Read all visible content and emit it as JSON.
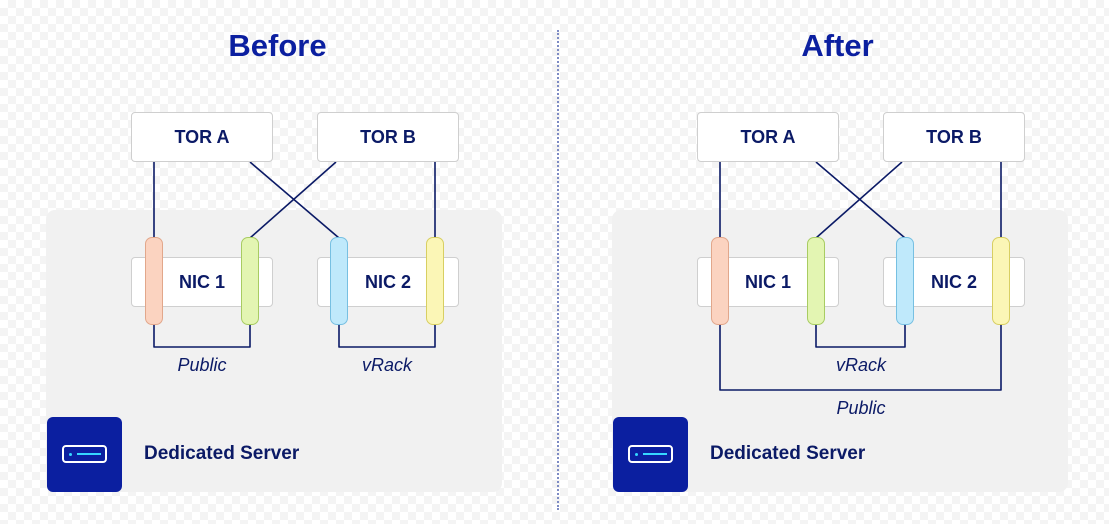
{
  "colors": {
    "title": "#0b1fa0",
    "text": "#0b1a66",
    "wire": "#0b1a66",
    "server_area": "#f1f1f1",
    "server_icon": "#0b1fa0",
    "port_orange": "#fbd3c0",
    "port_green": "#e3f5b2",
    "port_blue": "#bfe9fb",
    "port_yellow": "#fbf6b6"
  },
  "before": {
    "title": "Before",
    "tor_a": "TOR A",
    "tor_b": "TOR B",
    "nic_1": "NIC 1",
    "nic_2": "NIC 2",
    "public_label": "Public",
    "vrack_label": "vRack",
    "server_label": "Dedicated Server",
    "server_icon": "server-icon"
  },
  "after": {
    "title": "After",
    "tor_a": "TOR A",
    "tor_b": "TOR B",
    "nic_1": "NIC 1",
    "nic_2": "NIC 2",
    "vrack_label": "vRack",
    "public_label": "Public",
    "server_label": "Dedicated Server",
    "server_icon": "server-icon"
  }
}
